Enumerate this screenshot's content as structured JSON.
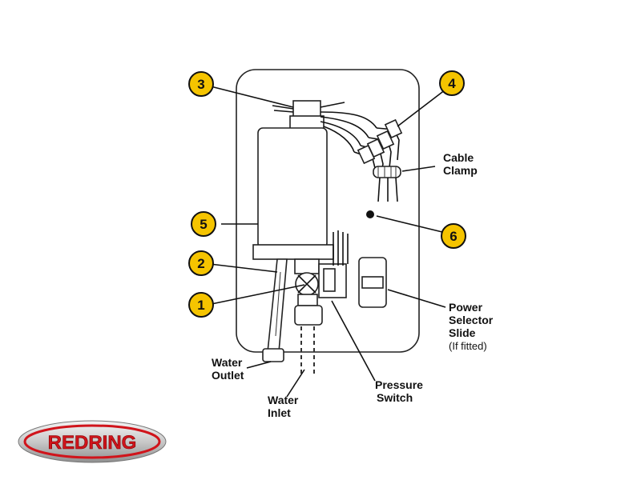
{
  "colors": {
    "callout_fill": "#f5c400",
    "outline": "#111111",
    "logo_red": "#d0141b"
  },
  "callouts": [
    "1",
    "2",
    "3",
    "4",
    "5",
    "6"
  ],
  "labels": {
    "cable_clamp": [
      "Cable",
      "Clamp"
    ],
    "power_selector": [
      "Power",
      "Selector",
      "Slide"
    ],
    "power_selector_note": "(If fitted)",
    "pressure_switch": [
      "Pressure",
      "Switch"
    ],
    "water_outlet": [
      "Water",
      "Outlet"
    ],
    "water_inlet": [
      "Water",
      "Inlet"
    ]
  },
  "logo": {
    "text": "REDRING"
  }
}
